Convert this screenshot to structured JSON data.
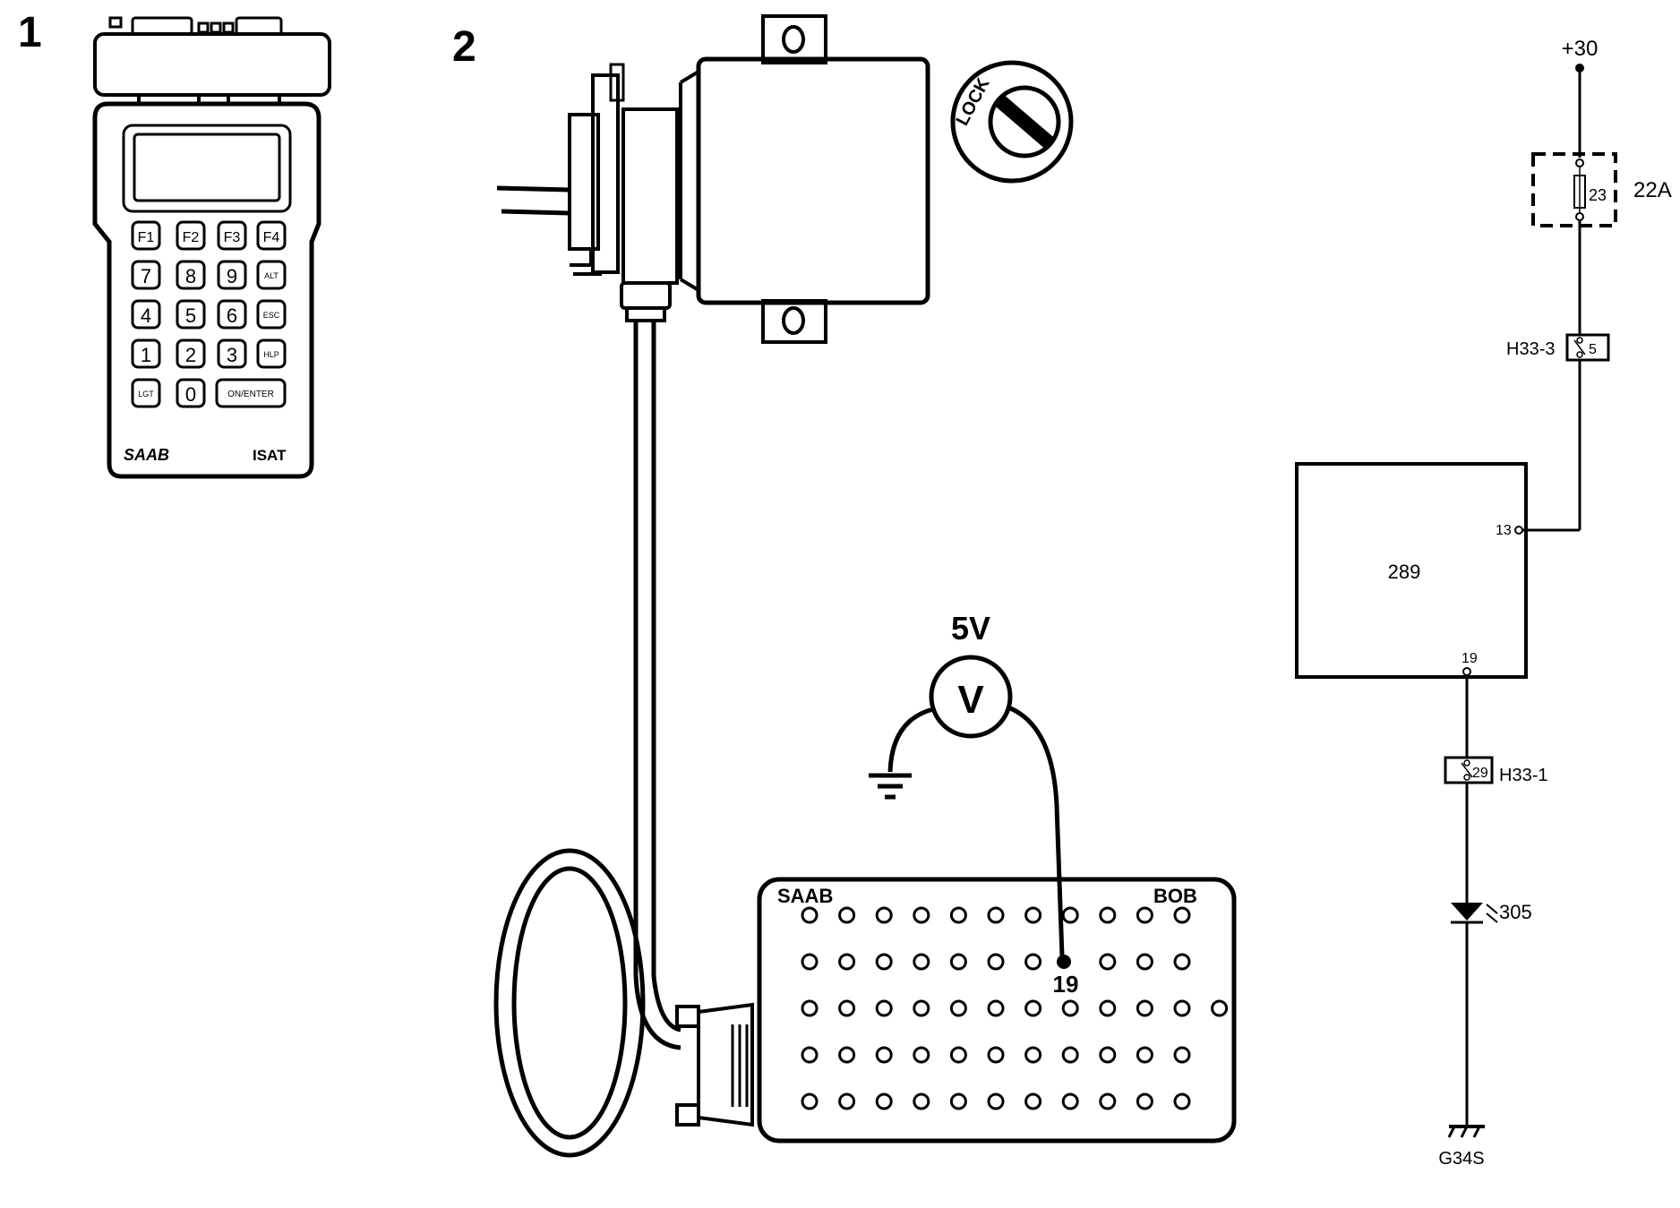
{
  "panels": {
    "panel1_number": "1",
    "panel2_number": "2"
  },
  "isat_tester": {
    "keys_row1": [
      "F1",
      "F2",
      "F3",
      "F4"
    ],
    "keys_row2": [
      "7",
      "8",
      "9",
      "ALT"
    ],
    "keys_row3": [
      "4",
      "5",
      "6",
      "ESC"
    ],
    "keys_row4": [
      "1",
      "2",
      "3",
      "HLP"
    ],
    "key_lgt": "LGT",
    "key_zero": "0",
    "key_enter": "ON/ENTER",
    "brand": "SAAB",
    "model": "ISAT"
  },
  "ignition": {
    "lock_label": "LOCK"
  },
  "voltmeter": {
    "reading": "5V",
    "symbol": "V"
  },
  "bob_box": {
    "brand": "SAAB",
    "name": "BOB",
    "probe_pin": "19",
    "rows": [
      11,
      11,
      12,
      11,
      11
    ]
  },
  "schematic": {
    "supply": "+30",
    "fuse_box": "22A",
    "fuse_number": "23",
    "connector_top": "H33-3",
    "connector_top_pin": "5",
    "module": "289",
    "module_pin_in": "13",
    "module_pin_out": "19",
    "connector_bottom": "H33-1",
    "connector_bottom_pin": "29",
    "led": "305",
    "ground": "G34S"
  },
  "colors": {
    "ink": "#000000",
    "paper": "#ffffff"
  }
}
